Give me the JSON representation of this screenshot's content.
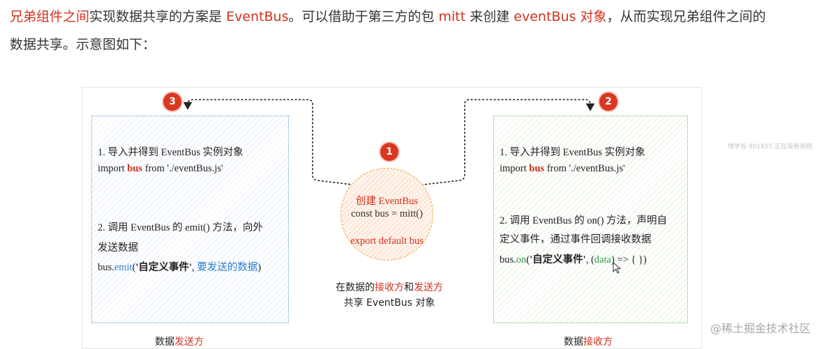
{
  "intro": {
    "hl1": "兄弟组件之间",
    "t1": "实现数据共享的方案是 ",
    "hl2": "EventBus",
    "t2": "。可以借助于第三方的包 ",
    "hl3": "mitt",
    "t3": " 来创建 ",
    "hl4": "eventBus 对象",
    "t4": "，从而实现兄弟组件之间的数据共享。示意图如下："
  },
  "badges": {
    "center": "1",
    "receiver": "2",
    "sender": "3"
  },
  "center": {
    "create": "创建 EventBus",
    "code": "const bus = mitt()",
    "export": "export default bus"
  },
  "caption": {
    "p1": "在数据的",
    "receive": "接收方",
    "and": "和",
    "send": "发送方",
    "line2": "共享 EventBus 对象"
  },
  "sender": {
    "step1": "1. 导入并得到 EventBus 实例对象",
    "import_a": "import ",
    "import_bus": "bus",
    "import_b": " from './eventBus.js'",
    "step2a": "2. 调用 EventBus 的 emit() 方法，向外",
    "step2b": "发送数据",
    "code_bus": "bus.",
    "code_emit": "emit",
    "code_open": "(",
    "code_event": "'自定义事件'",
    "code_comma": ", ",
    "code_data": "要发送的数据",
    "code_close": ")",
    "label_pre": "数据",
    "label_hl": "发送方"
  },
  "receiver": {
    "step1": "1. 导入并得到 EventBus 实例对象",
    "import_a": "import ",
    "import_bus": "bus",
    "import_b": " from './eventBus.js'",
    "step2a": "2. 调用 EventBus 的 on() 方法，声明自",
    "step2b": "定义事件，通过事件回调接收数据",
    "code_bus": "bus.",
    "code_on": "on",
    "code_open": "(",
    "code_event": "'自定义事件'",
    "code_comma": ", (",
    "code_data": "data",
    "code_close": ") => { })",
    "label_pre": "数据",
    "label_hl": "接收方"
  },
  "watermark": "博学谷 801855 正在观看视频",
  "juejin": "@稀土掘金技术社区",
  "colors": {
    "accent_red": "#d0321e",
    "blue": "#2d7cd1",
    "green": "#2f9b43",
    "circle_border": "#e2a83a"
  }
}
